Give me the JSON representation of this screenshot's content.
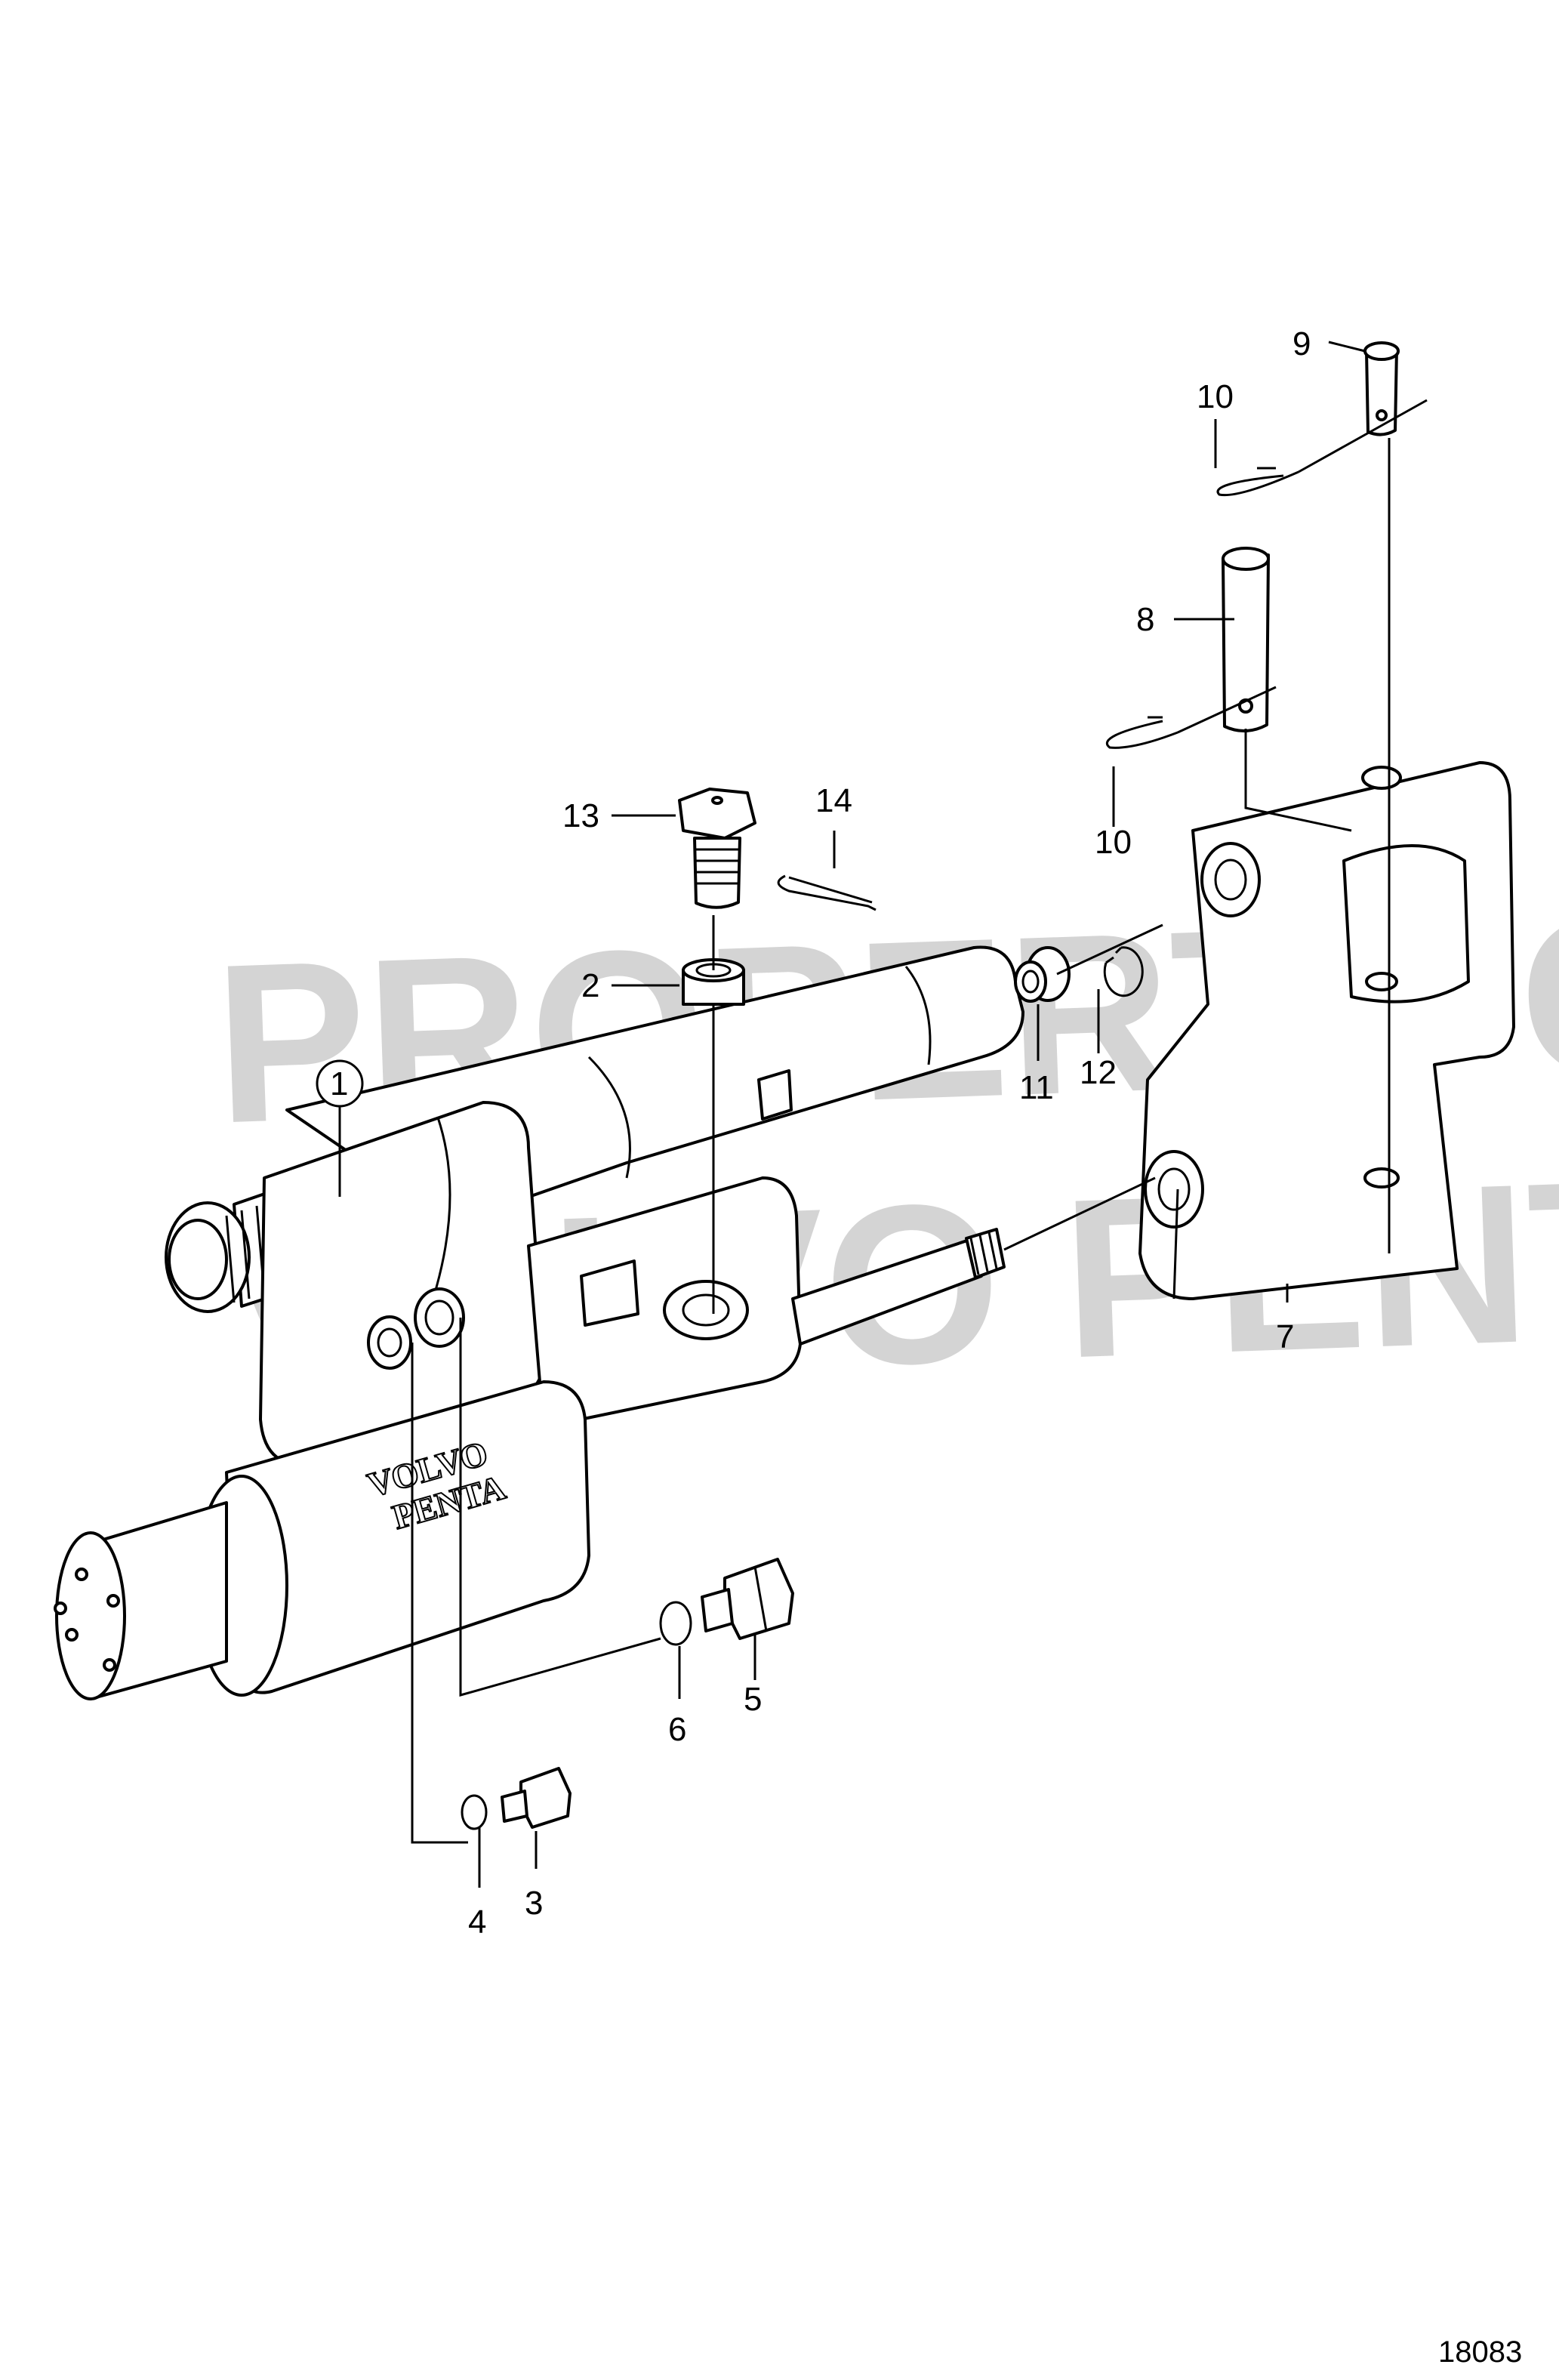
{
  "watermark": {
    "line1": "PROPERTY OF",
    "line2": "VOLVO PENTA"
  },
  "logo_text": {
    "line1": "VOLVO",
    "line2": "PENTA"
  },
  "figure_number": "18083",
  "part_labels": [
    "1",
    "2",
    "3",
    "4",
    "5",
    "6",
    "7",
    "8",
    "9",
    "10",
    "10",
    "11",
    "12",
    "13",
    "14"
  ]
}
